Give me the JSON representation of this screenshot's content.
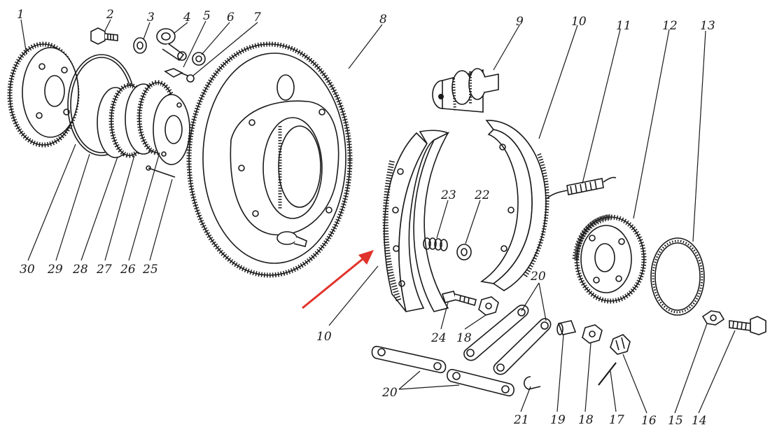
{
  "diagram": {
    "labels": {
      "l1": "1",
      "l2": "2",
      "l3": "3",
      "l4": "4",
      "l5": "5",
      "l6": "6",
      "l7": "7",
      "l8": "8",
      "l9": "9",
      "l10a": "10",
      "l11": "11",
      "l12": "12",
      "l13": "13",
      "l14": "14",
      "l15": "15",
      "l16": "16",
      "l17": "17",
      "l18a": "18",
      "l18b": "18",
      "l19": "19",
      "l20a": "20",
      "l20b": "20",
      "l21": "21",
      "l22": "22",
      "l23": "23",
      "l24": "24",
      "l25": "25",
      "l26": "26",
      "l27": "27",
      "l28": "28",
      "l29": "29",
      "l30": "30",
      "l10b": "10"
    },
    "arrow_color": "#e0332b"
  }
}
